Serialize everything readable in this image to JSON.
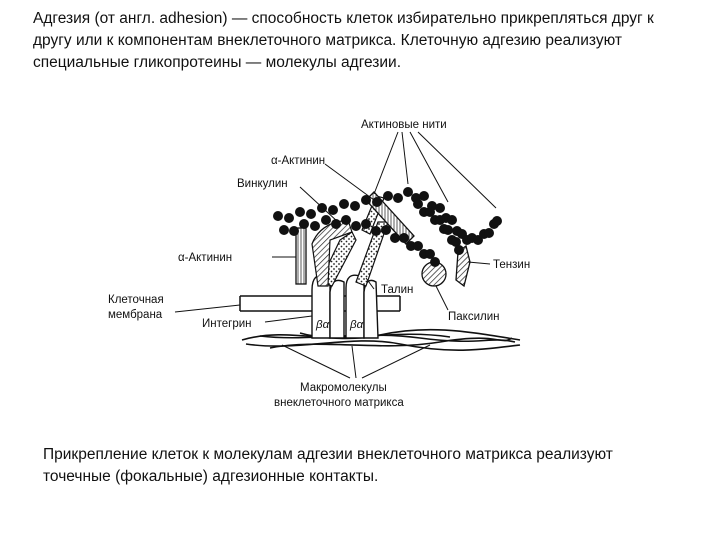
{
  "intro_text": "Адгезия (от англ. adhesion) — способность клеток избирательно прикрепляться друг к другу или к компонентам внеклеточного матрикса. Клеточную адгезию реализуют специальные гликопротеины — молекулы адгезии.",
  "caption_text": "Прикрепление клеток к молекулам адгезии внеклеточного матрикса реализуют точечные (фокальные) адгезионные контакты.",
  "diagram": {
    "labels": {
      "actin_filaments": "Актиновые нити",
      "alpha_actinin_top": "α-Актинин",
      "vinculin": "Винкулин",
      "alpha_actinin_left": "α-Актинин",
      "tensin": "Тензин",
      "talin": "Талин",
      "cell_membrane_1": "Клеточная",
      "cell_membrane_2": "мембрана",
      "integrin": "Интегрин",
      "integrin_subunits_1": "βα",
      "integrin_subunits_2": "βα",
      "paxillin": "Паксилин",
      "ecm_1": "Макромолекулы",
      "ecm_2": "внеклеточного матрикса"
    }
  }
}
